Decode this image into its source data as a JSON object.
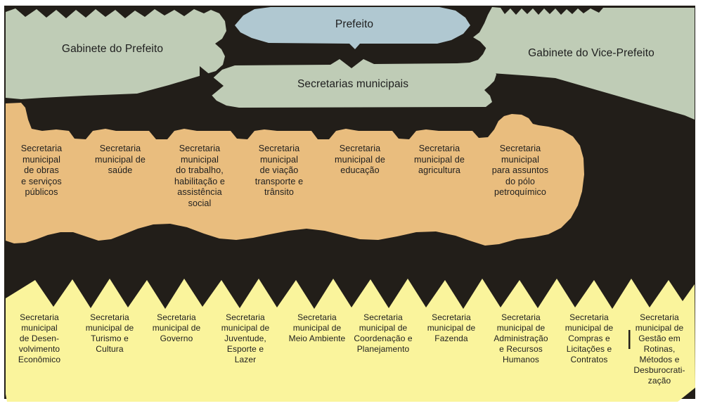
{
  "diagram": {
    "type": "org-chart",
    "nodes": {
      "prefeito": {
        "label": "Prefeito"
      },
      "gabinete_prefeito": {
        "label": "Gabinete do Prefeito"
      },
      "gabinete_vice_prefeito": {
        "label": "Gabinete do Vice-Prefeito"
      },
      "secretarias_municipais": {
        "label": "Secretarias municipais"
      }
    },
    "tier1": {
      "items": [
        {
          "label": "Secretaria\nmunicipal\nde obras\ne serviços\npúblicos"
        },
        {
          "label": "Secretaria\nmunicipal de\nsaúde"
        },
        {
          "label": "Secretaria\nmunicipal\ndo trabalho,\nhabilitação e\nassistência\nsocial"
        },
        {
          "label": "Secretaria\nmunicipal\nde viação\ntransporte e\ntrânsito"
        },
        {
          "label": "Secretaria\nmunicipal de\neducação"
        },
        {
          "label": "Secretaria\nmunicipal de\nagricultura"
        },
        {
          "label": "Secretaria\nmunicipal\npara assuntos\ndo pólo\npetroquímico"
        }
      ]
    },
    "tier2": {
      "items": [
        {
          "label": "Secretaria\nmunicipal\nde Desen-\nvolvimento\nEconômico"
        },
        {
          "label": "Secretaria\nmunicipal de\nTurismo e\nCultura"
        },
        {
          "label": "Secretaria\nmunicipal de\nGoverno"
        },
        {
          "label": "Secretaria\nmunicipal de\nJuventude,\nEsporte e\nLazer"
        },
        {
          "label": "Secretaria\nmunicipal de\nMeio Ambiente"
        },
        {
          "label": "Secretaria\nmunicipal de\nCoordenação e\nPlanejamento"
        },
        {
          "label": "Secretaria\nmunicipal de\nFazenda"
        },
        {
          "label": "Secretaria\nmunicipal de\nAdministração\ne Recursos\nHumanos"
        },
        {
          "label": "Secretaria\nmunicipal de\nCompras e\nLicitações e\nContratos"
        },
        {
          "label": "Secretaria\nmunicipal de\nGestão em\nRotinas,\nMétodos e\nDesburocrati-\nzação"
        }
      ]
    },
    "colors": {
      "page": "#ffffff",
      "background": "#221e19",
      "green": "#bfccb6",
      "blue": "#b0c8d1",
      "orange": "#e9bd7e",
      "yellow": "#faf49c",
      "text": "#1e1e1e"
    }
  }
}
